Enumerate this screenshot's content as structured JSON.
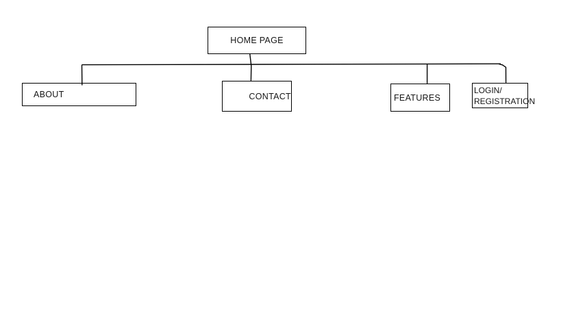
{
  "diagram": {
    "type": "sitemap-tree",
    "colors": {
      "background": "#ffffff",
      "line": "#000000",
      "box_fill": "#ffffff",
      "text": "#161616"
    },
    "nodes": {
      "home": {
        "label": "HOME PAGE"
      },
      "about": {
        "label": "ABOUT"
      },
      "contact": {
        "label": "CONTACT"
      },
      "features": {
        "label": "FEATURES"
      },
      "login": {
        "label_line1": "LOGIN/",
        "label_line2": "REGISTRATION"
      }
    },
    "edges": [
      {
        "from": "HOME PAGE",
        "to": "ABOUT"
      },
      {
        "from": "HOME PAGE",
        "to": "CONTACT"
      },
      {
        "from": "HOME PAGE",
        "to": "FEATURES"
      },
      {
        "from": "HOME PAGE",
        "to": "LOGIN/REGISTRATION"
      }
    ]
  }
}
